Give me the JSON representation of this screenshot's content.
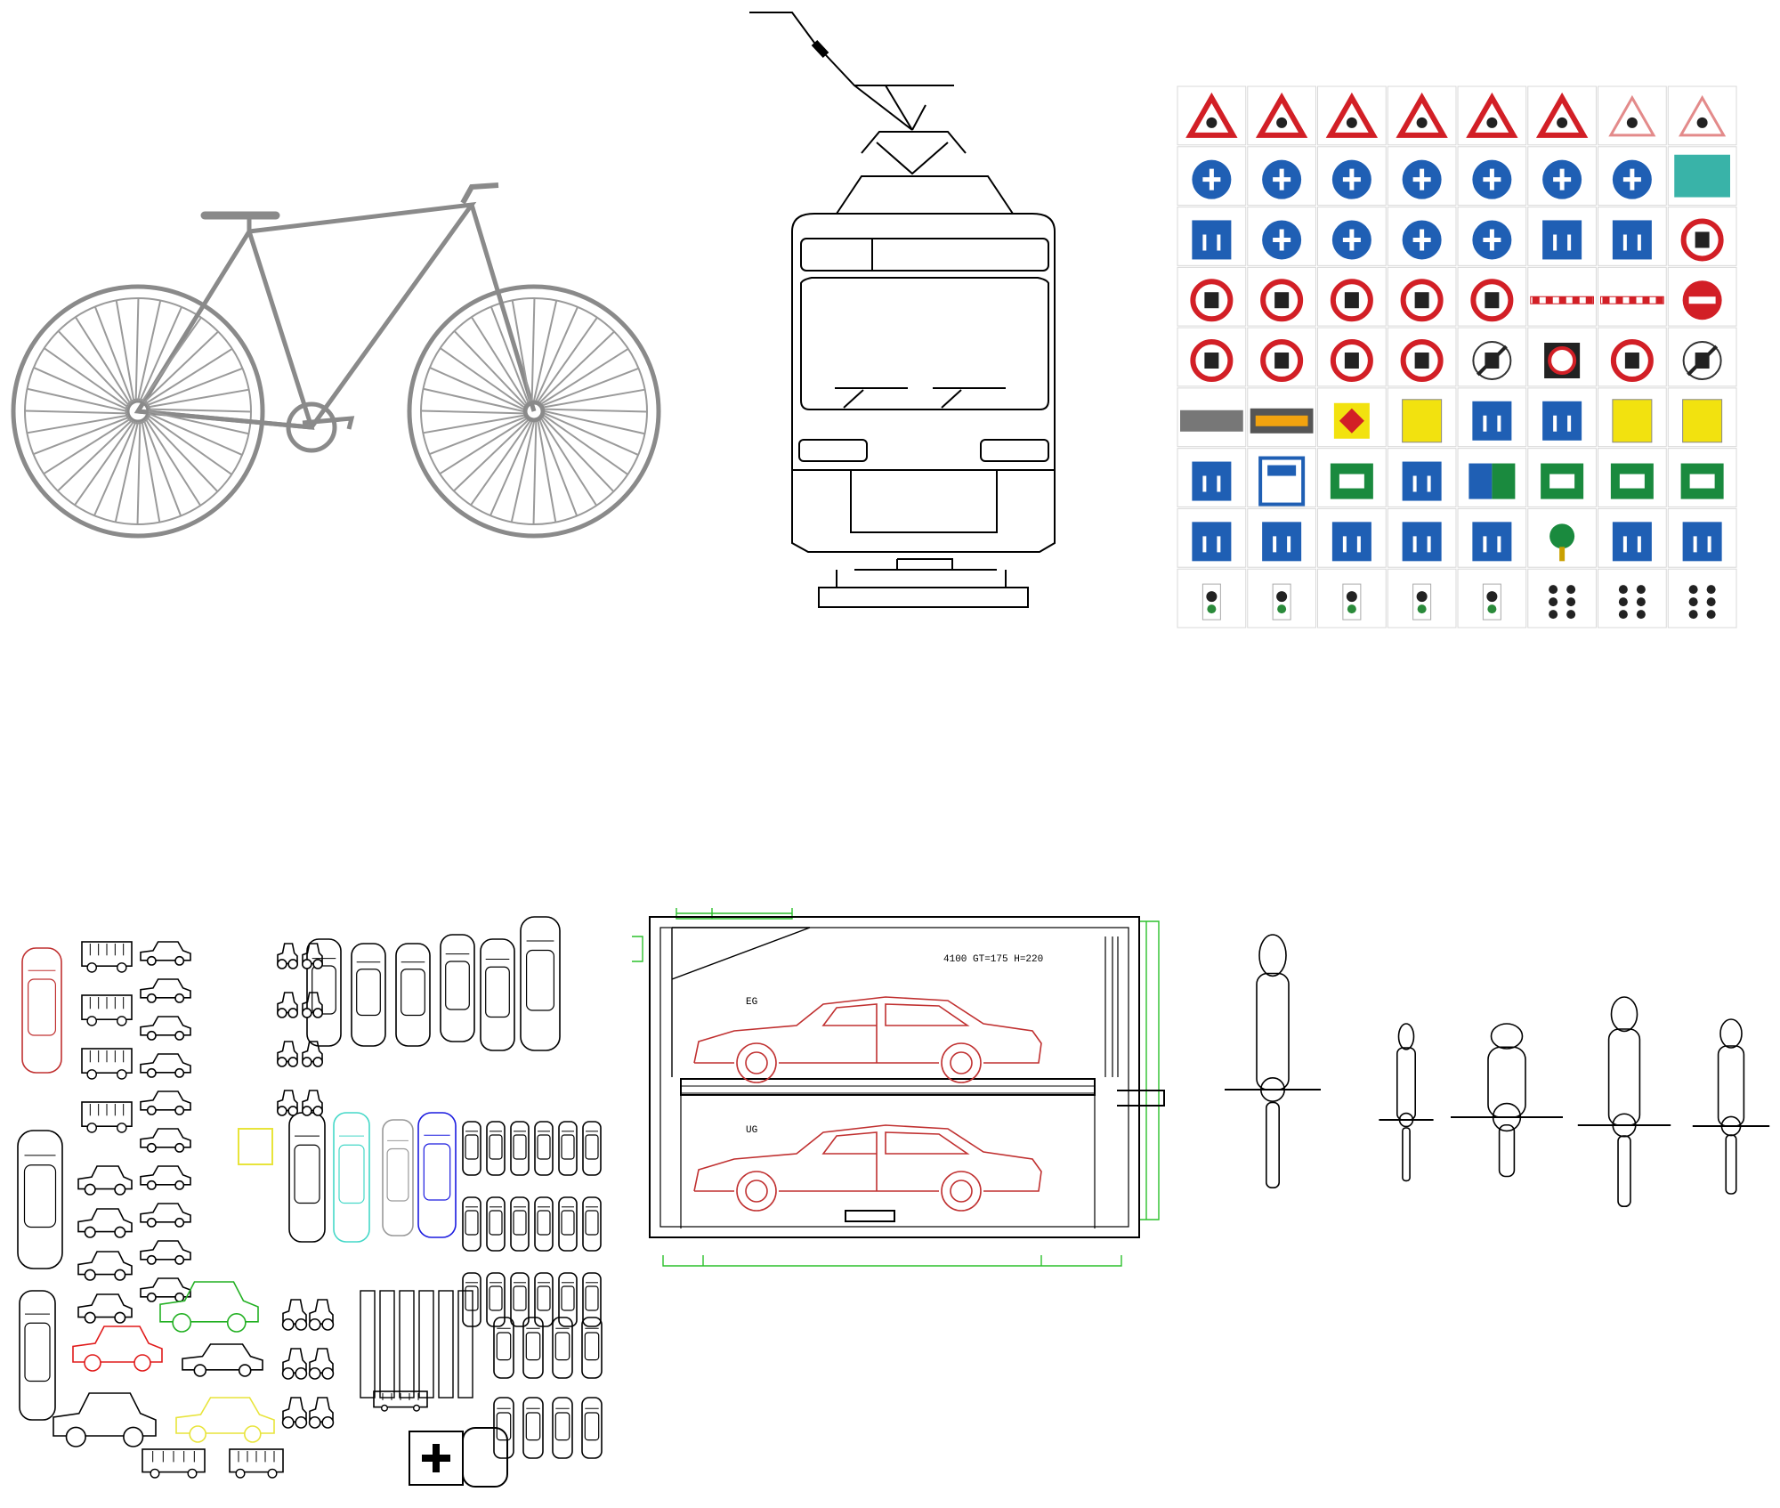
{
  "panels": {
    "bicycle": {
      "icon": "bicycle-icon"
    },
    "tram": {
      "icon": "tram-front-icon"
    },
    "traffic_signs": {
      "icon": "traffic-signs-icon",
      "rows": [
        [
          "warn",
          "warn",
          "warn",
          "warn",
          "warn",
          "warn",
          "warn-light",
          "warn-light"
        ],
        [
          "blue",
          "blue",
          "blue",
          "blue",
          "blue",
          "blue",
          "blue",
          "teal-panel"
        ],
        [
          "blue-sq",
          "blue",
          "blue",
          "blue",
          "blue",
          "blue-sq",
          "blue-sq",
          "noentry-prohib"
        ],
        [
          "prohib",
          "prohib",
          "prohib",
          "prohib",
          "prohib",
          "barrier",
          "barrier",
          "noentry"
        ],
        [
          "prohib",
          "prohib",
          "prohib",
          "prohib",
          "end",
          "red-sq",
          "prohib",
          "end"
        ],
        [
          "gray-bar",
          "amber-bar",
          "amber",
          "yellow-sq",
          "blue-sq",
          "blue-sq",
          "yellow-sq",
          "yellow-sq"
        ],
        [
          "blue-sq",
          "info",
          "green-sq",
          "blue-sq",
          "green-blue",
          "green-sq",
          "green-sq",
          "green-sq"
        ],
        [
          "blue-sq",
          "blue-sq",
          "blue-sq",
          "blue-sq",
          "blue-sq",
          "tree",
          "blue-sq",
          "blue-sq"
        ],
        [
          "lights",
          "lights",
          "lights",
          "lights",
          "lights",
          "dots",
          "dots",
          "dots"
        ]
      ],
      "colors": {
        "red": "#d21f26",
        "blue": "#1f5fb4",
        "green": "#1a8a3e",
        "yellow": "#f2e20f",
        "teal": "#39b3a8"
      }
    },
    "vehicle_library": {
      "icon": "vehicle-blocks-icon"
    },
    "parking_lift": {
      "spec_label": "4100 GT=175 H=220",
      "upper_level": "EG",
      "lower_level": "UG",
      "icon": "parking-lift-section-icon"
    },
    "motorcycles": {
      "icon": "motorcycle-top-view-icon"
    }
  }
}
